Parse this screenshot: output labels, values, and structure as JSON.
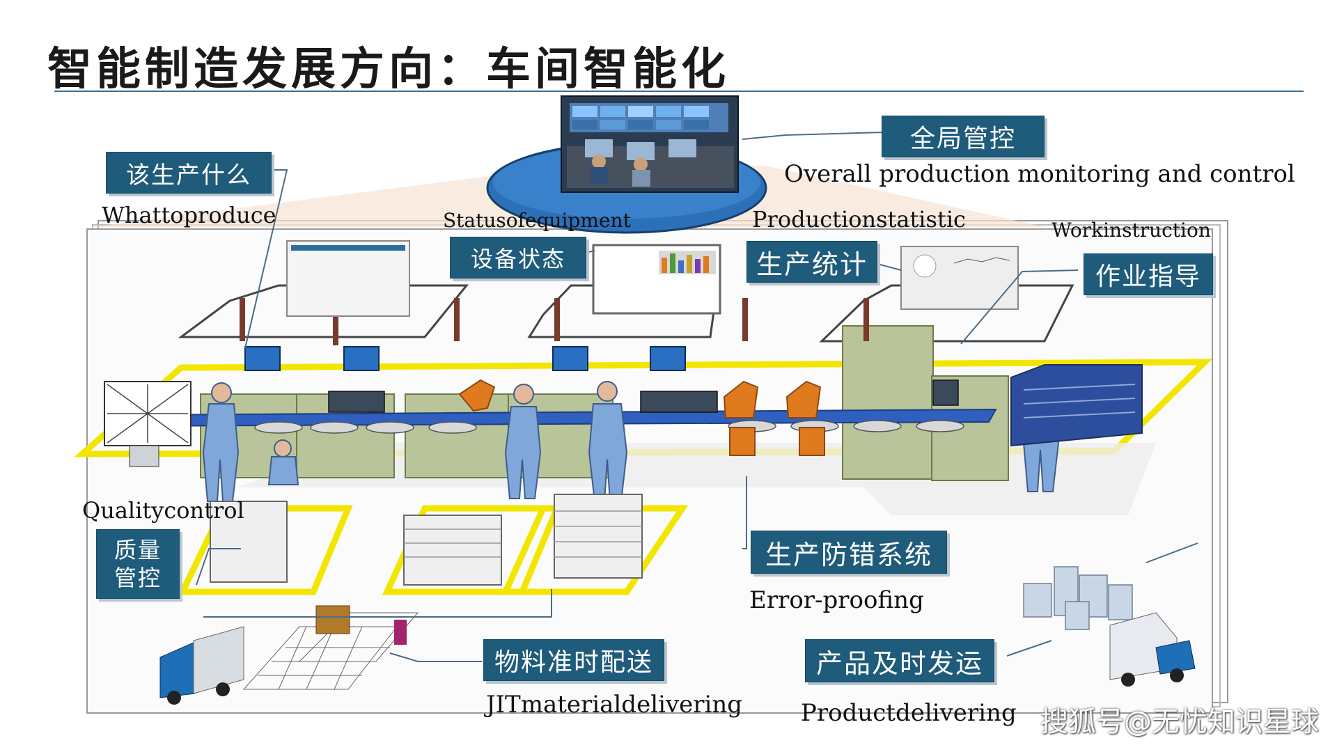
{
  "title": "智能制造发展方向：车间智能化",
  "labels": {
    "overall_cn": "全局管控",
    "overall_en": "Overall production monitoring and control",
    "what_cn": "该生产什么",
    "what_en": "Whattoproduce",
    "equip_en": "Statusofequipment",
    "equip_cn": "设备状态",
    "stat_en": "Productionstatistic",
    "stat_cn": "生产统计",
    "work_en": "Workinstruction",
    "work_cn": "作业指导",
    "quality_en": "Qualitycontrol",
    "quality_cn": "质量管控",
    "error_cn": "生产防错系统",
    "error_en": "Error-proofing",
    "jit_cn": "物料准时配送",
    "jit_en": "JITmaterialdelivering",
    "product_cn": "产品及时发运",
    "product_en": "Productdelivering"
  },
  "watermark": "搜狐号@无忧知识星球",
  "colors": {
    "label_box": "#1f5b7a",
    "title_rule": "#3b6e99",
    "floor_line": "#f2e600",
    "worker": "#7fa7d9",
    "robot": "#e07a1f",
    "machine": "#b9c49a"
  }
}
